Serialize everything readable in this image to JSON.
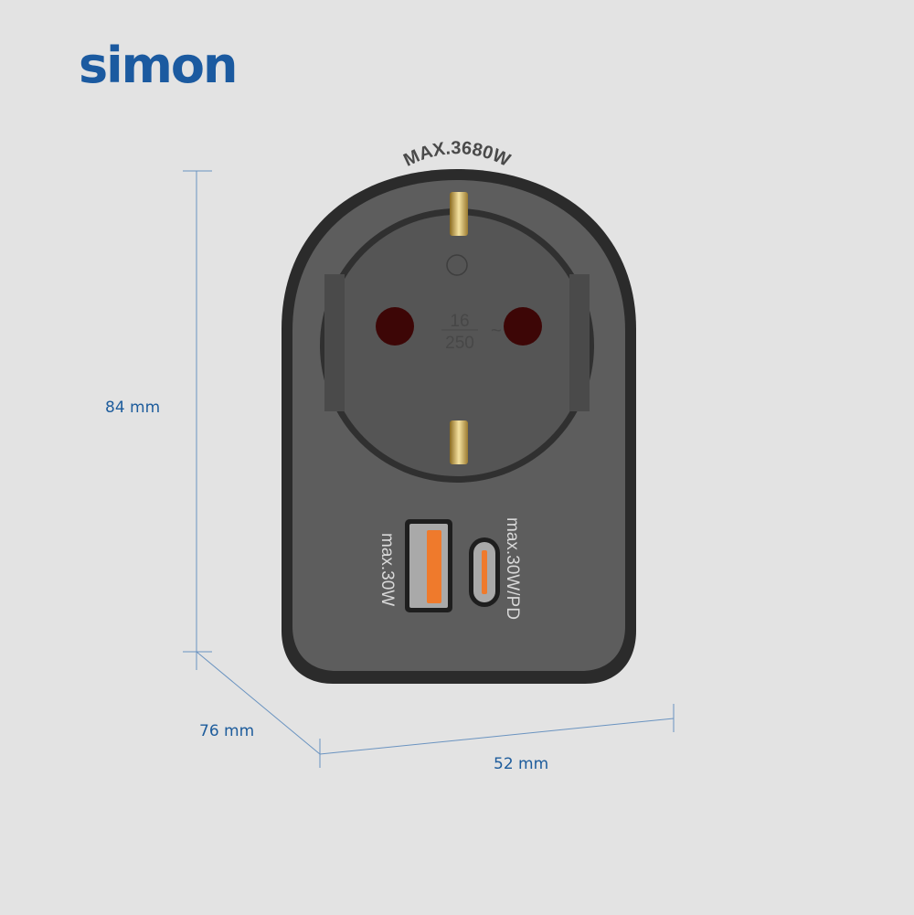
{
  "brand": {
    "logo_text": "simon",
    "color": "#1b5aa0"
  },
  "dimensions": {
    "height": "84 mm",
    "depth": "76 mm",
    "width": "52 mm",
    "line_color": "#5a86b8"
  },
  "product": {
    "rating_text": "MAX.3680W",
    "socket_rating_top": "16",
    "socket_rating_bottom": "250",
    "socket_ac_symbol": "~",
    "usb_a_label": "max.30W",
    "usb_c_label": "max.30W/PD",
    "body_color": "#2a2a2a",
    "face_color": "#5c5c5c",
    "accent_color": "#ef7a2c"
  }
}
